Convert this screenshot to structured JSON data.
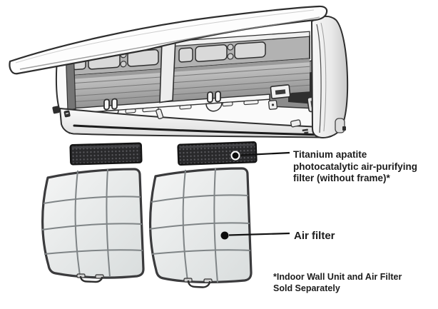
{
  "figure": {
    "type": "appliance-parts-diagram",
    "subject": "wall-mounted indoor air conditioning unit with removable filters",
    "labels": {
      "titanium_filter": {
        "line1": "Titanium apatite",
        "line2": "photocatalytic air-purifying",
        "line3": "filter (without frame)*"
      },
      "air_filter": "Air filter",
      "footnote_line1": "*Indoor Wall Unit and Air Filter",
      "footnote_line2": "Sold Separately"
    },
    "callouts": [
      {
        "target": "titanium-apatite-filter-strip-right",
        "marker": "dot-with-leader-line"
      },
      {
        "target": "air-filter-panel-right",
        "marker": "dot-with-leader-line"
      }
    ],
    "colors": {
      "background": "#ffffff",
      "outline": "#2e2e2e",
      "leader_line": "#111111",
      "callout_dot": "#0c0c0c",
      "mesh_filter_dark": "#29292b",
      "mesh_filter_dot": "#5d5d61",
      "text": "#1c1c1c"
    }
  }
}
